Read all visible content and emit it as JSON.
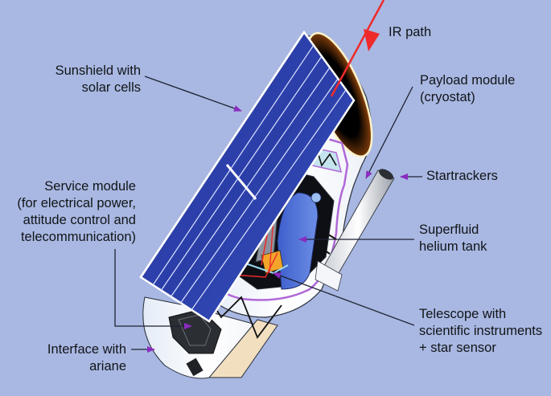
{
  "diagram": {
    "subject": "Infrared space observatory spacecraft cutaway",
    "background_color": "#a9b8e2",
    "colors": {
      "solar_panel": "#2e3fb4",
      "solar_panel_light": "#5a7fd6",
      "body_white": "#f7f8fb",
      "aperture_orange": "#e3741c",
      "ir_path_red": "#ef2a2a",
      "cryostat_outline": "#b068d8",
      "helium_tank": "#4d6fd8",
      "instrument_orange": "#f2a52a",
      "leader_line": "#1e2233",
      "arrowhead": "#8a2bc0"
    }
  },
  "labels": {
    "ir_path": {
      "lines": [
        "IR path"
      ]
    },
    "sunshield": {
      "lines": [
        "Sunshield with",
        "solar cells"
      ]
    },
    "payload": {
      "lines": [
        "Payload module",
        "(cryostat)"
      ]
    },
    "startrackers": {
      "lines": [
        "Startrackers"
      ]
    },
    "service": {
      "lines": [
        "Service module",
        "(for electrical power,",
        "attitude control and",
        "telecommunication)"
      ]
    },
    "helium": {
      "lines": [
        "Superfluid",
        "helium tank"
      ]
    },
    "telescope": {
      "lines": [
        "Telescope with",
        "scientific instruments",
        "+ star sensor"
      ]
    },
    "interface": {
      "lines": [
        "Interface with",
        "ariane"
      ]
    }
  }
}
